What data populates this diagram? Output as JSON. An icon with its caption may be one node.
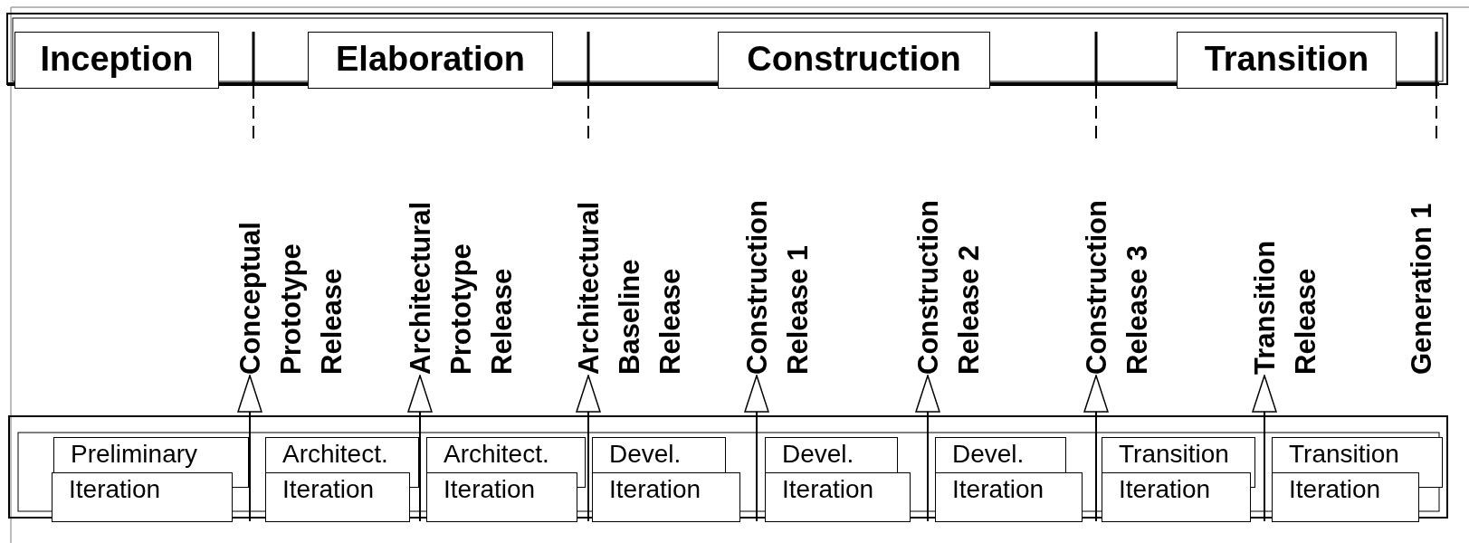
{
  "diagram": {
    "nodes": [
      {
        "text": [
          "Inception"
        ]
      },
      {
        "text": [
          "Elaboration"
        ]
      },
      {
        "text": [
          "Construction"
        ]
      },
      {
        "text": [
          "Transition"
        ]
      },
      {
        "text": [
          "Conceptual Prototype Release"
        ]
      },
      {
        "text": [
          "Architectural Prototype Release"
        ]
      },
      {
        "text": [
          "Architectural Baseline Release"
        ]
      },
      {
        "text": [
          "Construction Release 1"
        ]
      },
      {
        "text": [
          "Construction Release 2"
        ]
      },
      {
        "text": [
          "Construction Release 3"
        ]
      },
      {
        "text": [
          "Transition Release"
        ]
      },
      {
        "text": [
          "Generation 1"
        ]
      },
      {
        "text": [
          "Preliminary",
          "Iteration"
        ]
      },
      {
        "text": [
          "Architect.",
          "Iteration"
        ]
      },
      {
        "text": [
          "Architect.",
          "Iteration"
        ]
      },
      {
        "text": [
          "Devel.",
          "Iteration"
        ]
      },
      {
        "text": [
          "Devel.",
          "Iteration"
        ]
      },
      {
        "text": [
          "Devel.",
          "Iteration"
        ]
      },
      {
        "text": [
          "Transition",
          "Iteration"
        ]
      },
      {
        "text": [
          "Transition",
          "Iteration"
        ]
      }
    ],
    "edges": [
      {
        "from": 12,
        "to": 4,
        "arrow": "to"
      },
      {
        "from": 13,
        "to": 5,
        "arrow": "to"
      },
      {
        "from": 14,
        "to": 6,
        "arrow": "to"
      },
      {
        "from": 15,
        "to": 7,
        "arrow": "to"
      },
      {
        "from": 16,
        "to": 8,
        "arrow": "to"
      },
      {
        "from": 17,
        "to": 9,
        "arrow": "to"
      },
      {
        "from": 18,
        "to": 10,
        "arrow": "to"
      }
    ]
  }
}
